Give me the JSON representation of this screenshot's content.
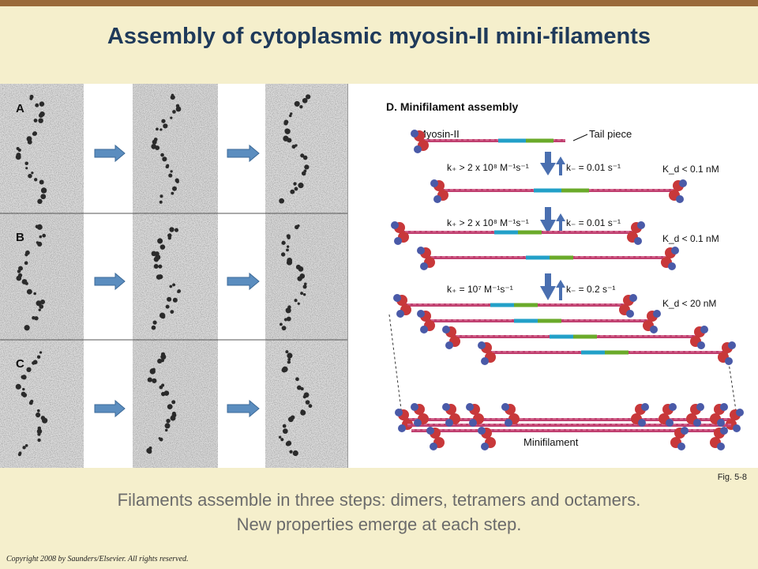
{
  "slide": {
    "title": "Assembly of cytoplasmic myosin-II mini-filaments",
    "fig_label": "Fig. 5-8",
    "caption_line1": "Filaments assemble in three steps: dimers, tetramers and octamers.",
    "caption_line2": "New properties emerge at each step.",
    "copyright": "Copyright 2008 by Saunders/Elsevier. All rights reserved."
  },
  "micrographs": {
    "rows": [
      {
        "label": "A"
      },
      {
        "label": "B"
      },
      {
        "label": "C"
      }
    ]
  },
  "diagram": {
    "heading": "D. Minifilament assembly",
    "myosin_label": "Myosin-II",
    "tail_label": "Tail piece",
    "minifilament_label": "Minifilament",
    "steps": [
      {
        "k_on": "k₊ > 2 x 10⁸ M⁻¹s⁻¹",
        "k_off": "k₋ = 0.01 s⁻¹",
        "kd": "K_d < 0.1 nM"
      },
      {
        "k_on": "k₊ > 2 x 10⁸ M⁻¹s⁻¹",
        "k_off": "k₋ = 0.01 s⁻¹",
        "kd": "K_d < 0.1 nM"
      },
      {
        "k_on": "k₊ = 10⁷ M⁻¹s⁻¹",
        "k_off": "k₋ = 0.2 s⁻¹",
        "kd": "K_d < 20 nM"
      }
    ]
  },
  "colors": {
    "title": "#1f3a5a",
    "background": "#f5efcc",
    "top_bar": "#9a6a3a",
    "arrow": "#5b8dbf",
    "myosin_head_red": "#c8383a",
    "myosin_head_blue": "#4a5aa8",
    "tail_green": "#6aaa2a",
    "tail_cyan": "#22a0c8",
    "filament_pink": "#c04070"
  }
}
